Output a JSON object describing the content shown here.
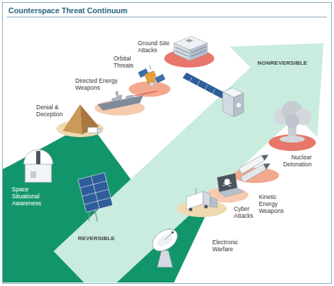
{
  "diagram": {
    "title": "Counterspace Threat Continuum",
    "labels": [
      "Ground Site Attacks",
      "Orbital Threats",
      "Directed Energy Weapons",
      "Denial & Deception",
      "NONREVERSIBLE",
      "Space Situational Awareness",
      "REVERSIBLE",
      "Nuclear Detonation",
      "Kinetic Energy Weapons",
      "Cyber Attacks",
      "Electronic Warfare"
    ]
  }
}
